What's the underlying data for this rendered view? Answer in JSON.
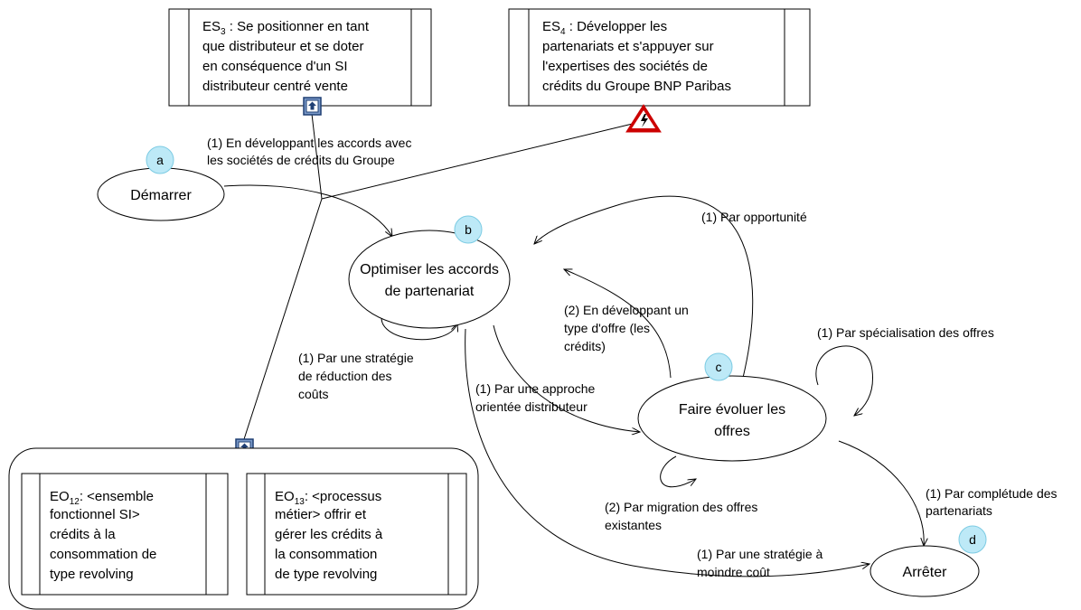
{
  "strategies": {
    "es3": {
      "code": "ES",
      "sub": "3",
      "lines": [
        " : Se positionner en tant",
        "que distributeur et se doter",
        "en conséquence  d'un SI",
        "distributeur centré vente"
      ]
    },
    "es4": {
      "code": "ES",
      "sub": "4",
      "lines": [
        " : Développer les",
        "partenariats et s'appuyer sur",
        "l'expertises des sociétés de",
        "crédits du Groupe BNP Paribas"
      ]
    }
  },
  "objectives": {
    "eo12": {
      "code": "EO",
      "sub": "12",
      "lines": [
        ": <ensemble",
        "fonctionnel SI>",
        "crédits à la",
        "consommation de",
        "type revolving"
      ]
    },
    "eo13": {
      "code": "EO",
      "sub": "13",
      "lines": [
        ": <processus",
        "métier> offrir et",
        "gérer les crédits à",
        "la consommation",
        "de type revolving"
      ]
    }
  },
  "nodes": {
    "a": {
      "badge": "a",
      "label": "Démarrer"
    },
    "b": {
      "badge": "b",
      "lines": [
        "Optimiser les accords",
        "de partenariat"
      ]
    },
    "c": {
      "badge": "c",
      "lines": [
        "Faire évoluer les",
        "offres"
      ]
    },
    "d": {
      "badge": "d",
      "label": "Arrêter"
    }
  },
  "edges": {
    "a_b": [
      "(1) En développant les accords avec",
      "les sociétés de crédits du Groupe"
    ],
    "b_b": [
      "(1) Par une stratégie",
      "de réduction des",
      "coûts"
    ],
    "c_b_opportunite": [
      "(1) Par opportunité"
    ],
    "c_b_type_offre": [
      "(2) En développant un",
      "type d'offre (les",
      "crédits)"
    ],
    "b_c": [
      "(1)  Par une approche",
      "orientée distributeur"
    ],
    "c_c_specialisation": [
      "(1) Par spécialisation des offres"
    ],
    "c_c_migration": [
      "(2) Par migration des offres",
      "existantes"
    ],
    "c_d": [
      "(1) Par  complétude des",
      "partenariats"
    ],
    "b_d": [
      "(1)  Par une stratégie à",
      "moindre coût"
    ]
  },
  "icons": {
    "es3_link": "up-arrow-link-icon",
    "es4_link": "warning-triangle-icon",
    "eo_link": "up-arrow-link-icon"
  },
  "colors": {
    "badge_fill": "#bde9f7",
    "warning_red": "#cc0000",
    "link_icon_blue": "#3a6fb0"
  }
}
